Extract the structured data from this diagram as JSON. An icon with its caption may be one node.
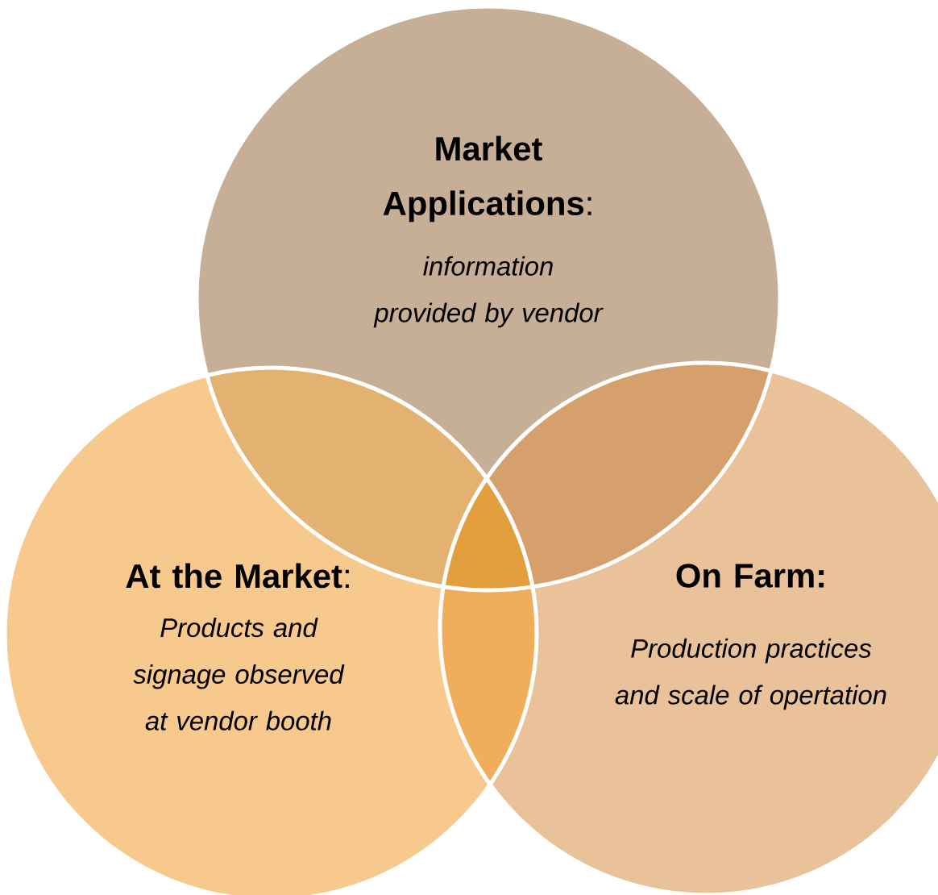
{
  "diagram": {
    "nodes": [
      {
        "text": [
          "**Market Applications**:",
          "information provided by vendor"
        ]
      },
      {
        "text": [
          "**At the Market**:",
          "Products and signage observed at vendor booth"
        ]
      },
      {
        "text": [
          "On Farm:",
          "Production practices and scale of opertation"
        ]
      }
    ]
  }
}
